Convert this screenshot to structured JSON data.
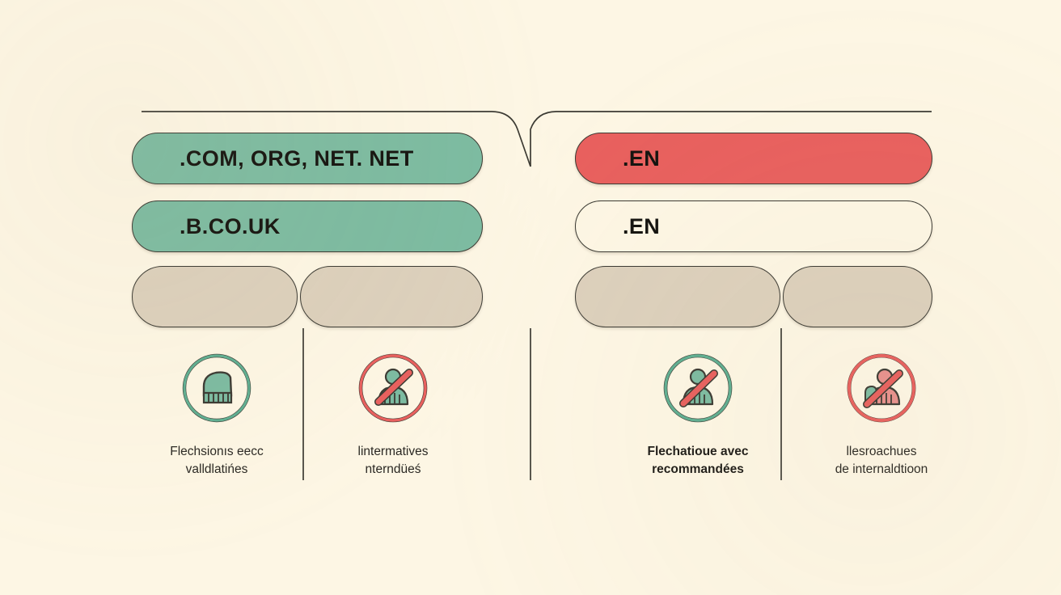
{
  "canvas": {
    "background_color": "#fdf6e4",
    "line_color": "#3b3a33"
  },
  "palette": {
    "green": "#7cbba1",
    "red": "#e8605e",
    "tan": "#dcd0bc",
    "cream": "#fdf6e4",
    "outline": "#3b3a33",
    "text": "#14130f"
  },
  "left_branch": {
    "pills": [
      {
        "label": ".COM, ORG, NET. NET",
        "color": "green"
      },
      {
        "label": ".B.CO.UK",
        "color": "green"
      },
      {
        "label": "",
        "color": "tan"
      },
      {
        "label": "",
        "color": "tan"
      }
    ]
  },
  "right_branch": {
    "pills": [
      {
        "label": ".EN",
        "color": "red"
      },
      {
        "label": ".EN",
        "color": "cream"
      },
      {
        "label": "",
        "color": "tan"
      },
      {
        "label": "",
        "color": "tan"
      }
    ]
  },
  "leaves": [
    {
      "icon": "check-person-circle-icon",
      "ring_color": "#5fae91",
      "figure_color": "#7cbba1",
      "slash": false,
      "caption": "Flechsionıs eecc\nvalldlatińes",
      "bold": false
    },
    {
      "icon": "no-person-circle-icon",
      "ring_color": "#e8605e",
      "figure_color": "#7cbba1",
      "slash": true,
      "slash_color": "#e8605e",
      "caption": "lintermatives\nnterndüeś",
      "bold": false
    },
    {
      "icon": "no-person-green-ring-icon",
      "ring_color": "#5fae91",
      "figure_color": "#7cbba1",
      "slash": true,
      "slash_color": "#e8605e",
      "caption": "Flechatioue avec\nrecommandées",
      "bold": true
    },
    {
      "icon": "no-person-red-circle-icon",
      "ring_color": "#e8605e",
      "figure_color": "#e8908d",
      "slash": true,
      "slash_color": "#e8605e",
      "caption": "llesroachues\nde internaldtioon",
      "bold": false
    }
  ]
}
